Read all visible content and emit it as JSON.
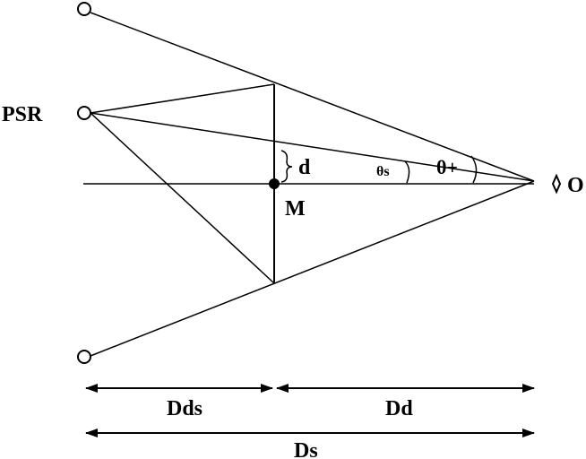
{
  "labels": {
    "psr": "PSR",
    "observer": "O",
    "lens_point": "M",
    "offset": "d",
    "theta_s": "θs",
    "theta_plus": "θ+",
    "d_ds": "Dds",
    "d_d": "Dd",
    "d_s": "Ds"
  }
}
